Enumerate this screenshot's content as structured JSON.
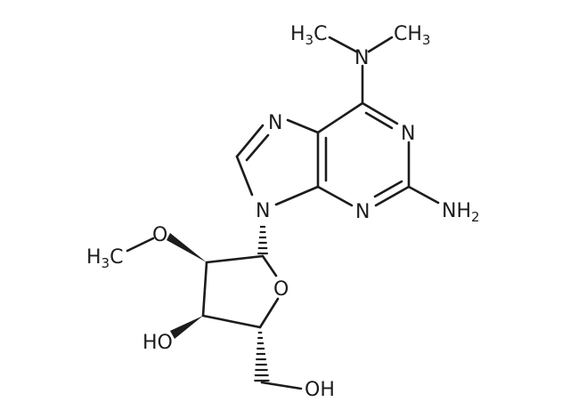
{
  "molecule": {
    "atom_labels": {
      "me_left_h": "H",
      "me_left_sub": "3",
      "me_left_c": "C",
      "me_right": "CH",
      "me_right_sub": "3",
      "n_dimethyl": "N",
      "n_imid": "N",
      "n_pyr_top": "N",
      "n9": "N",
      "n_pyr_bottom": "N",
      "nh2": "NH",
      "nh2_sub": "2",
      "o_methoxy": "O",
      "methoxy_h": "H",
      "methoxy_sub": "3",
      "methoxy_c": "C",
      "o_ring": "O",
      "ho_3": "HO",
      "oh_5": "OH"
    }
  }
}
